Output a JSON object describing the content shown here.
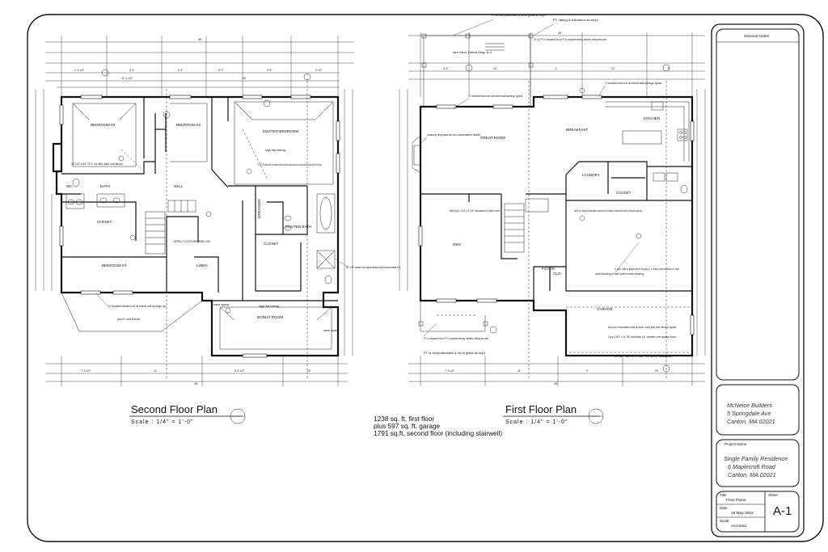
{
  "second_floor": {
    "title": "Second Floor Plan",
    "scale": "Scale : 1/4\" = 1'-0\"",
    "rooms": {
      "bedroom3": "BEDROOM #3",
      "bedroom2": "BEDROOM #2",
      "master_bedroom": "MASTER BEDROOM",
      "bath": "BATH",
      "hall": "HALL",
      "closet": "CLOSET",
      "closet2": "CLOSET",
      "bedroom4": "BEDROOM #4",
      "master_bath": "MASTER BATH",
      "dressing": "DRESSING",
      "linen": "LINEN",
      "bonus_room": "BONUS ROOM",
      "open_to_foyer": "OPEN TO FOYER BELOW",
      "wc": "WC"
    },
    "notes": {
      "whirlpool": "72\" x 36\" x 20\" whirlpool tub, set in platform w/ step; contractor to make provision for an access panel to pump motor per mfr's spec's",
      "high_flat_ceiling": "high flat ceiling",
      "high_flat_ceiling_bonus": "high flat ceiling",
      "shower": "36\" x 36\" shower unit; adjust framed wall to accomodate R.O.",
      "attic_stair": "22-1/2\" x 54\" R.O. for attic stair unit above",
      "headers": "TJ insulated headers over all exterior wall openings, typ.",
      "porch_roof": "porch roof below",
      "eave_space": "eave space",
      "eave_space2": "eave space"
    }
  },
  "first_floor": {
    "title": "First Floor Plan",
    "scale": "Scale : 1/4\" = 1'-0\"",
    "rooms": {
      "great_room": "GREAT ROOM",
      "breakfast": "BREAKFAST",
      "kitchen": "KITCHEN",
      "laundry": "LAUNDRY",
      "closet": "CLOSET",
      "den": "DEN",
      "foyer": "FOYER",
      "clo": "CLO",
      "garage": "GARAGE"
    },
    "notes": {
      "deck_rail": "PT or composite/aster & rail to grade as req'd",
      "railing_balusters": "PT railing & balusters as req'd",
      "deck": "18' x 12' PT or Composite Deck w/ PT or composite decking, balusters, railings and posts",
      "deck_detail": "see Deck Detail Dwg. A-4",
      "tj_headers": "TJ insulated hdrs over all exterior wall openings, typical",
      "tj_headers_kitchen": "TJ insulated hdrs over all exterior wall openings, typical",
      "fireplace": "masonry fireplace w/ non-combustible hearth",
      "beam": "three ply 1 3/4\" x 9 1/4\" microllam lvl beam over",
      "front_deck": "PT or Composite Deck w/ PT or composite decking, balusters, railings and posts",
      "front_rail": "PT or composite/aster & rail to grade as req'd",
      "type_x": "install 5/8\" Type X firecode gwb to sidewall adjacent to living space from top of foundation up to underside of floor; install Type X firecode gwb to garage ceiling",
      "slab": "4\" conc. slab on grade over 6 mil poly/ 4\" cr. stone; pitch towards o.h. door",
      "foundation_drop": "drop top of foundation wall at doors; carry slab over haunch, typical",
      "garage_doors": "9'-0\" W x 7'-0\" H o.h. doors",
      "headers_garage": "3 ply 1 3/4\" x 11 7/8\" microllam LVL headers over garage doors",
      "blocking": "solid blocking in wall under beam bearing"
    }
  },
  "area_summary": [
    "1238 sq. ft. first floor",
    "plus 597 sq. ft. garage",
    "1791 sq.ft. second floor (including stairwell)"
  ],
  "title_block": {
    "general_notes_label": "General Notes",
    "builder": [
      "McNeice Builders",
      "5 Springdale Ave",
      "Canton, MA 02021"
    ],
    "project_label": "Project Name",
    "project": [
      "Single Family Residence",
      "6 Maplecroft Road",
      "Canton, MA 02021"
    ],
    "title_label": "Title",
    "title_value": "Floor Plans",
    "date_label": "Date",
    "date_value": "18 May 2016",
    "scale_label": "Scale",
    "scale_value": "As noted",
    "sheet_label": "Sheet",
    "sheet_value": "A-1"
  }
}
